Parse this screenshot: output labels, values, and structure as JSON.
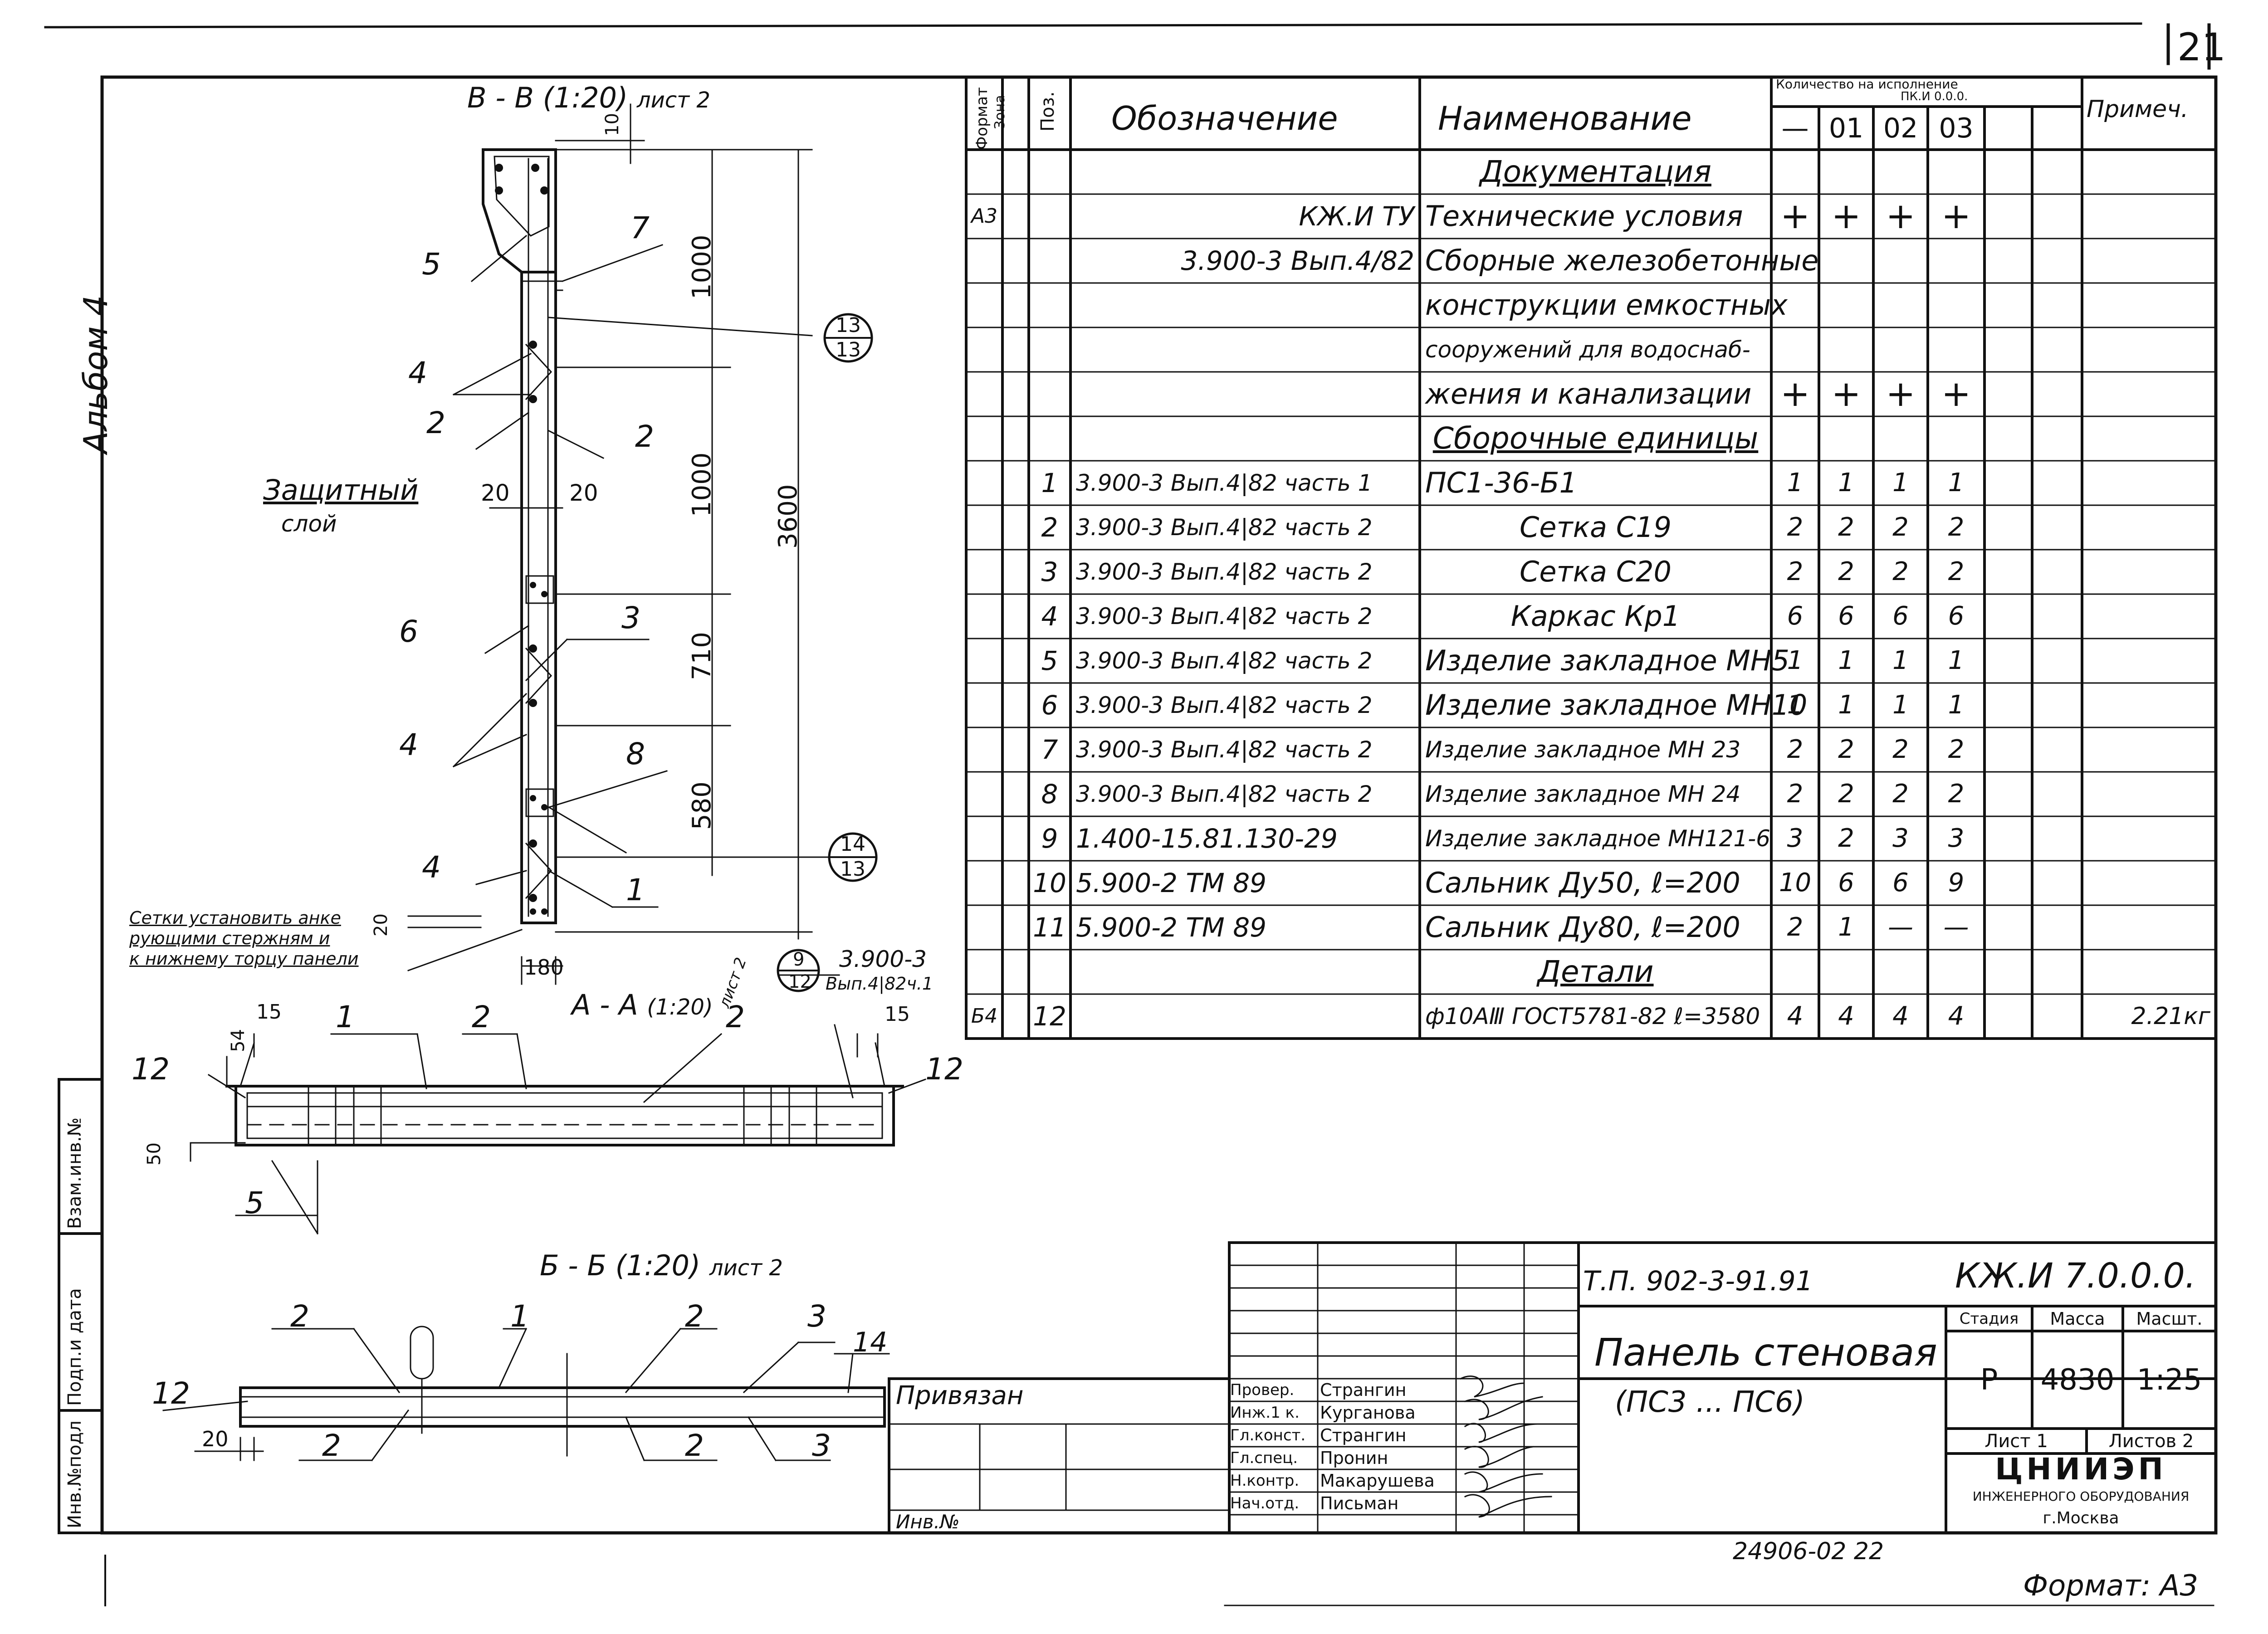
{
  "sheet": {
    "number": "21",
    "album": "Альбом 4",
    "format": "Формат: А3",
    "copy_code": "24906-02  22"
  },
  "side_stamp": {
    "inv_orig": "Инв.№подл",
    "sign_date": "Подп.и дата",
    "inv_repl": "Взам.инв.№"
  },
  "views": {
    "vv": {
      "title": "В - В",
      "scale": "(1:20)",
      "sheet": "лист 2",
      "dim_10": "10",
      "dim_1000a": "1000",
      "dim_1000b": "1000",
      "dim_710": "710",
      "dim_580": "580",
      "dim_3600": "3600",
      "dim_20l": "20",
      "dim_20r": "20",
      "dim_20b": "20",
      "dim_180": "180",
      "protective_l1": "Защитный",
      "protective_l2": "слой",
      "callout": [
        "5",
        "7",
        "4",
        "2",
        "2",
        "6",
        "3",
        "4",
        "8",
        "4",
        "1"
      ],
      "ref_a_top": "13",
      "ref_a_bot": "13",
      "ref_b_top": "14",
      "ref_b_bot": "13",
      "note_l1": "Сетки установить анке",
      "note_l2": "рующими стержням и",
      "note_l3": "к нижнему торцу панели"
    },
    "aa": {
      "title": "А - А",
      "scale": "(1:20)",
      "sheet": "лист 2",
      "ref_top": "9",
      "ref_bot": "12",
      "ref_doc_l1": "3.900-3",
      "ref_doc_l2": "Вып.4|82ч.1",
      "dim_15l": "15",
      "dim_15r": "15",
      "dim_54": "54",
      "dim_50": "50",
      "callout": [
        "12",
        "1",
        "2",
        "2",
        "12",
        "5"
      ]
    },
    "bb": {
      "title": "Б - Б",
      "scale": "(1:20)",
      "sheet": "лист 2",
      "dim_20": "20",
      "callout": [
        "2",
        "1",
        "2",
        "3",
        "14",
        "12",
        "2",
        "2",
        "3"
      ]
    }
  },
  "spec": {
    "headers": {
      "format": "Формат",
      "zone": "Зона",
      "pos": "Поз.",
      "designation": "Обозначение",
      "name": "Наименование",
      "qty_title": "Количество на исполнение",
      "qty_sub": "ПК.И 0.0.0.",
      "var": [
        "—",
        "01",
        "02",
        "03"
      ],
      "note": "Примеч."
    },
    "rows": [
      {
        "fmt": "",
        "pos": "",
        "des": "",
        "name": "Документация",
        "q": [
          "",
          "",
          "",
          ""
        ],
        "note": "",
        "section": true
      },
      {
        "fmt": "А3",
        "pos": "",
        "des": "КЖ.И ТУ",
        "name": "Технические условия",
        "q": [
          "+",
          "+",
          "+",
          "+"
        ],
        "note": ""
      },
      {
        "fmt": "",
        "pos": "",
        "des": "3.900-3 Вып.4/82",
        "name": "Сборные железобетонные",
        "q": [
          "",
          "",
          "",
          ""
        ],
        "note": ""
      },
      {
        "fmt": "",
        "pos": "",
        "des": "",
        "name": "конструкции емкостных",
        "q": [
          "",
          "",
          "",
          ""
        ],
        "note": ""
      },
      {
        "fmt": "",
        "pos": "",
        "des": "",
        "name": "сооружений для водоснаб-",
        "q": [
          "",
          "",
          "",
          ""
        ],
        "note": ""
      },
      {
        "fmt": "",
        "pos": "",
        "des": "",
        "name": "жения и канализации",
        "q": [
          "+",
          "+",
          "+",
          "+"
        ],
        "note": ""
      },
      {
        "fmt": "",
        "pos": "",
        "des": "",
        "name": "Сборочные единицы",
        "q": [
          "",
          "",
          "",
          ""
        ],
        "note": "",
        "section": true
      },
      {
        "fmt": "",
        "pos": "1",
        "des": "3.900-3 Вып.4|82 часть 1",
        "name": "ПС1-36-Б1",
        "q": [
          "1",
          "1",
          "1",
          "1"
        ],
        "note": ""
      },
      {
        "fmt": "",
        "pos": "2",
        "des": "3.900-3 Вып.4|82 часть 2",
        "name": "Сетка С19",
        "q": [
          "2",
          "2",
          "2",
          "2"
        ],
        "note": "",
        "center": true
      },
      {
        "fmt": "",
        "pos": "3",
        "des": "3.900-3 Вып.4|82 часть 2",
        "name": "Сетка С20",
        "q": [
          "2",
          "2",
          "2",
          "2"
        ],
        "note": "",
        "center": true
      },
      {
        "fmt": "",
        "pos": "4",
        "des": "3.900-3 Вып.4|82 часть 2",
        "name": "Каркас Кр1",
        "q": [
          "6",
          "6",
          "6",
          "6"
        ],
        "note": "",
        "center": true
      },
      {
        "fmt": "",
        "pos": "5",
        "des": "3.900-3 Вып.4|82 часть 2",
        "name": "Изделие закладное МН5",
        "q": [
          "1",
          "1",
          "1",
          "1"
        ],
        "note": ""
      },
      {
        "fmt": "",
        "pos": "6",
        "des": "3.900-3 Вып.4|82 часть 2",
        "name": "Изделие закладное МН10",
        "q": [
          "1",
          "1",
          "1",
          "1"
        ],
        "note": ""
      },
      {
        "fmt": "",
        "pos": "7",
        "des": "3.900-3 Вып.4|82 часть 2",
        "name": "Изделие закладное МН 23",
        "q": [
          "2",
          "2",
          "2",
          "2"
        ],
        "note": ""
      },
      {
        "fmt": "",
        "pos": "8",
        "des": "3.900-3 Вып.4|82 часть 2",
        "name": "Изделие закладное МН 24",
        "q": [
          "2",
          "2",
          "2",
          "2"
        ],
        "note": ""
      },
      {
        "fmt": "",
        "pos": "9",
        "des": "1.400-15.81.130-29",
        "name": "Изделие закладное МН121-6",
        "q": [
          "3",
          "2",
          "3",
          "3"
        ],
        "note": ""
      },
      {
        "fmt": "",
        "pos": "10",
        "des": "5.900-2 ТМ 89",
        "name": "Сальник Ду50, ℓ=200",
        "q": [
          "10",
          "6",
          "6",
          "9"
        ],
        "note": ""
      },
      {
        "fmt": "",
        "pos": "11",
        "des": "5.900-2 ТМ 89",
        "name": "Сальник Ду80, ℓ=200",
        "q": [
          "2",
          "1",
          "—",
          "—"
        ],
        "note": ""
      },
      {
        "fmt": "",
        "pos": "",
        "des": "",
        "name": "Детали",
        "q": [
          "",
          "",
          "",
          ""
        ],
        "note": "",
        "section": true
      },
      {
        "fmt": "Б4",
        "pos": "12",
        "des": "",
        "name": "ф10АⅢ ГОСТ5781-82 ℓ=3580",
        "q": [
          "4",
          "4",
          "4",
          "4"
        ],
        "note": "2.21кг"
      }
    ]
  },
  "titleblock": {
    "project": "Т.П. 902-3-91.91",
    "code": "КЖ.И 7.0.0.0.",
    "title_l1": "Панель стеновая",
    "title_l2": "(ПС3 ... ПС6)",
    "stage_h": "Стадия",
    "mass_h": "Масса",
    "scale_h": "Масшт.",
    "stage": "Р",
    "mass": "4830",
    "scale": "1:25",
    "sheet_l": "Лист 1",
    "sheets_l": "Листов 2",
    "org1": "ЦНИИЭП",
    "org2": "ИНЖЕНЕРНОГО ОБОРУДОВАНИЯ",
    "org3": "г.Москва",
    "privyazan": "Привязан",
    "inv_no": "Инв.№",
    "roles": [
      "Провер.",
      "Инж.1 к.",
      "Гл.конст.",
      "Гл.спец.",
      "Н.контр.",
      "Нач.отд."
    ],
    "names": [
      "Странгин",
      "Курганова",
      "Странгин",
      "Пронин",
      "Макарушева",
      "Письман"
    ]
  }
}
